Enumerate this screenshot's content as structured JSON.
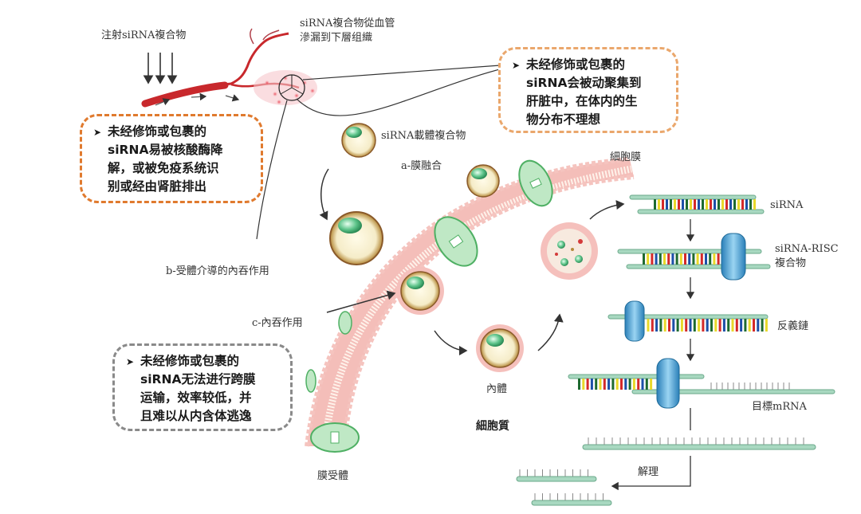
{
  "labels": {
    "inject": "注射siRNA複合物",
    "leak_line1": "siRNA複合物從血管",
    "leak_line2": "滲漏到下層组織",
    "carrier_complex": "siRNA載體複合物",
    "membrane_fusion": "a-膜融合",
    "cell_membrane": "細胞膜",
    "receptor_endocytosis": "b-受體介導的內吞作用",
    "endocytosis": "c-內吞作用",
    "endosome": "內體",
    "cytoplasm": "細胞質",
    "membrane_receptor": "膜受體",
    "sirna": "siRNA",
    "risc_line1": "siRNA-RISC",
    "risc_line2": "複合物",
    "antisense": "反義鏈",
    "target_mrna": "目標mRNA",
    "degradation": "解理"
  },
  "callouts": [
    {
      "id": "nuclease",
      "bullet": "➤",
      "lines": [
        "未经修饰或包裹的",
        "siRNA易被核酸酶降",
        "解，或被免疫系统识",
        "别或经由肾脏排出"
      ],
      "border_color": "#e07a2e"
    },
    {
      "id": "liver",
      "bullet": "➤",
      "lines": [
        "未经修饰或包裹的",
        "siRNA会被动聚集到",
        "肝脏中，在体内的生",
        "物分布不理想"
      ],
      "border_color": "#eaa76c"
    },
    {
      "id": "membrane",
      "bullet": "➤",
      "lines": [
        "未经修饰或包裹的",
        "siRNA无法进行跨膜",
        "运输，效率较低，并",
        "且难以从内含体逃逸"
      ],
      "border_color": "#8a8a8a"
    }
  ],
  "colors": {
    "vessel": "#c8282c",
    "membrane_pink": "#f2b3ad",
    "receptor_green": "#6cc47a",
    "strand": "#a8d8c0",
    "risc_blue": "#4aa8d8",
    "base_colors": [
      "#1d4fa8",
      "#d42a2a",
      "#e8d82a",
      "#1e6a30"
    ]
  }
}
